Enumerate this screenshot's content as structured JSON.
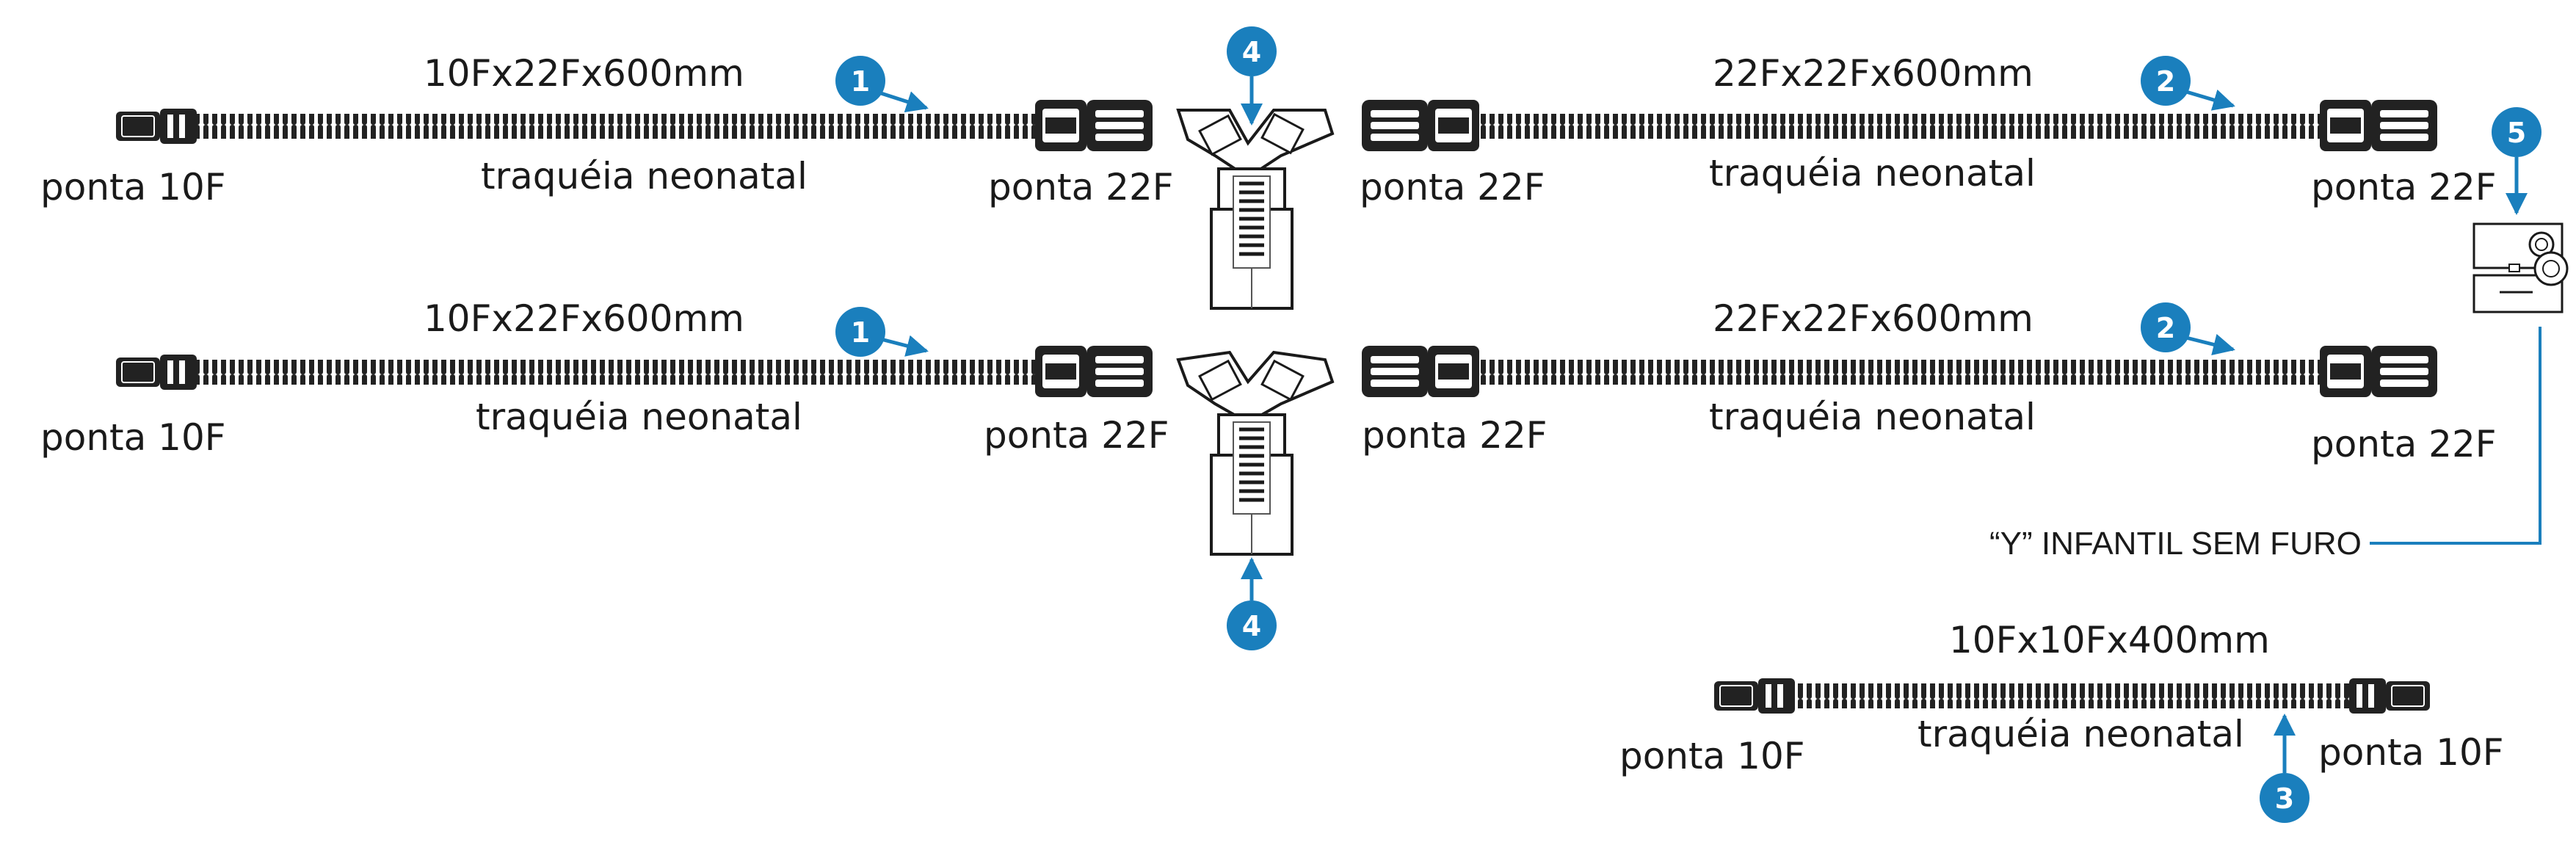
{
  "colors": {
    "accent": "#1a7fbd",
    "line": "#1a1a1a",
    "tube": "#222222"
  },
  "tubes": {
    "tube1_top": {
      "spec": "10Fx22Fx600mm",
      "type": "traquéia neonatal",
      "left_end": "ponta 10F",
      "right_end": "ponta 22F",
      "marker": "1"
    },
    "tube1_bottom": {
      "spec": "10Fx22Fx600mm",
      "type": "traquéia neonatal",
      "left_end": "ponta 10F",
      "right_end": "ponta 22F",
      "marker": "1"
    },
    "tube2_top": {
      "spec": "22Fx22Fx600mm",
      "type": "traquéia neonatal",
      "left_end": "ponta 22F",
      "right_end": "ponta 22F",
      "marker": "2"
    },
    "tube2_bottom": {
      "spec": "22Fx22Fx600mm",
      "type": "traquéia neonatal",
      "left_end": "ponta 22F",
      "right_end": "ponta 22F",
      "marker": "2"
    },
    "tube3": {
      "spec": "10Fx10Fx400mm",
      "type": "traquéia neonatal",
      "left_end": "ponta 10F",
      "right_end": "ponta 10F",
      "marker": "3"
    }
  },
  "connectors": {
    "water_trap_top": {
      "marker": "4"
    },
    "water_trap_bottom": {
      "marker": "4"
    },
    "y_piece": {
      "marker": "5",
      "label": "“Y” INFANTIL SEM FURO"
    }
  }
}
